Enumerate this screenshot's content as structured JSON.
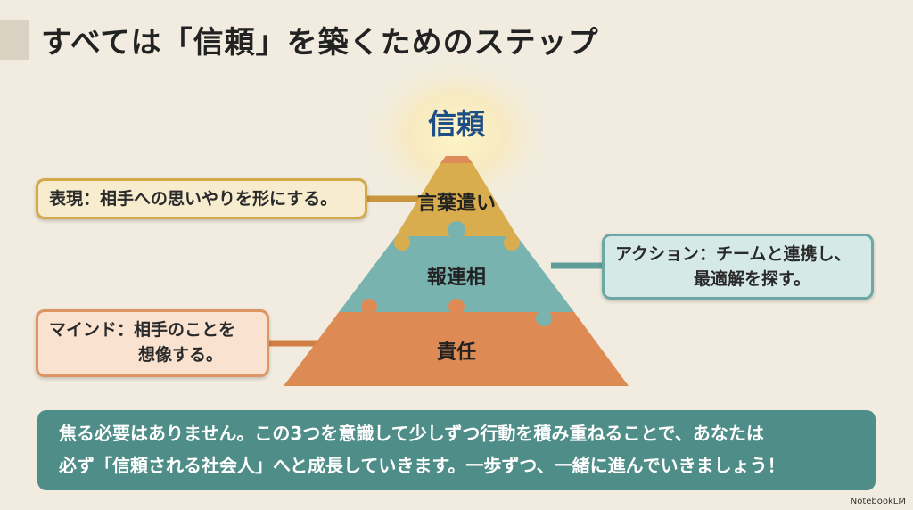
{
  "title": "すべては「信頼」を築くためのステップ",
  "pyramid": {
    "apex": "信頼",
    "top": "言葉遣い",
    "middle": "報連相",
    "bottom": "責任"
  },
  "callouts": {
    "expression": "表現：相手への思いやりを形にする。",
    "action_line1": "アクション：チームと連携し、",
    "action_line2": "最適解を探す。",
    "mind_line1": "マインド：相手のことを",
    "mind_line2": "想像する。"
  },
  "banner": {
    "line1": "焦る必要はありません。この3つを意識して少しずつ行動を積み重ねることで、あなたは",
    "line2": "必ず「信頼される社会人」へと成長していきます。一歩ずつ、一緒に進んでいきましょう！"
  },
  "watermark": "NotebookLM",
  "colors": {
    "gold": "#d9ad4e",
    "teal": "#79b3b0",
    "orange": "#dd8a55",
    "apex": "#1d4f86",
    "banner": "#4f8e88"
  }
}
